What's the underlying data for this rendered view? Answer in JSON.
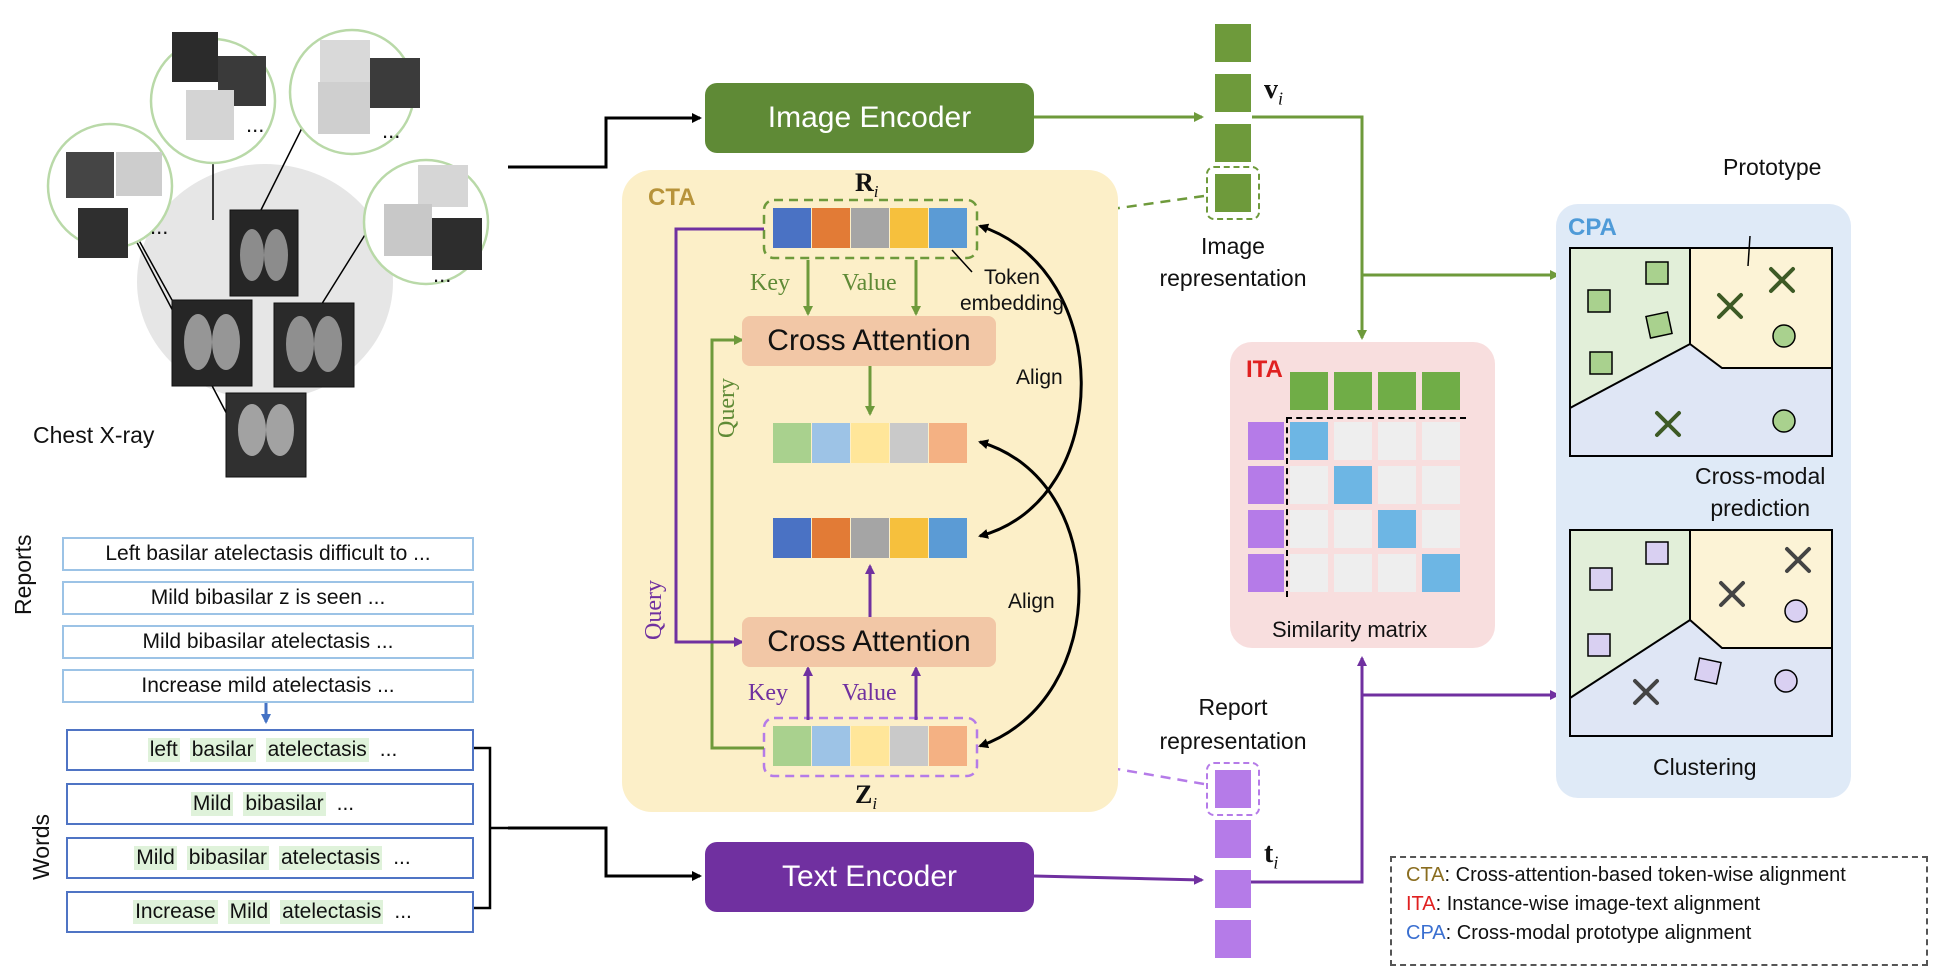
{
  "left": {
    "chest_label": "Chest X-ray",
    "ellipsis": "...",
    "reports_label": "Reports",
    "reports": [
      "Left basilar atelectasis difficult to ...",
      "Mild bibasilar z is seen ...",
      "Mild bibasilar atelectasis ...",
      "Increase mild atelectasis ..."
    ],
    "words_label": "Words",
    "word_rows": [
      {
        "words": [
          "left",
          "basilar",
          "atelectasis"
        ],
        "more": "..."
      },
      {
        "words": [
          "Mild",
          "bibasilar"
        ],
        "more": "..."
      },
      {
        "words": [
          "Mild",
          "bibasilar",
          "atelectasis"
        ],
        "more": "..."
      },
      {
        "words": [
          "Increase",
          "Mild",
          "atelectasis"
        ],
        "more": "..."
      }
    ]
  },
  "encoders": {
    "image": "Image Encoder",
    "text": "Text Encoder"
  },
  "cta": {
    "title": "CTA",
    "r_label": "R",
    "r_sub": "i",
    "z_label": "Z",
    "z_sub": "i",
    "key": "Key",
    "value": "Value",
    "query": "Query",
    "token_embedding_1": "Token",
    "token_embedding_2": "embedding",
    "cross_attention": "Cross Attention",
    "align": "Align"
  },
  "representations": {
    "image_1": "Image",
    "image_2": "representation",
    "report_1": "Report",
    "report_2": "representation",
    "v_label": "v",
    "v_sub": "i",
    "t_label": "t",
    "t_sub": "i"
  },
  "ita": {
    "title": "ITA",
    "caption": "Similarity matrix"
  },
  "cpa": {
    "title": "CPA",
    "prototype": "Prototype",
    "cross_modal_1": "Cross-modal",
    "cross_modal_2": "prediction",
    "clustering": "Clustering"
  },
  "legend": [
    {
      "abbr": "CTA",
      "text": ":  Cross-attention-based token-wise alignment",
      "color": "#8a6d1f"
    },
    {
      "abbr": "ITA",
      "text": ": Instance-wise image-text alignment",
      "color": "#e02020"
    },
    {
      "abbr": "CPA",
      "text": ": Cross-modal prototype alignment",
      "color": "#3a6fd0"
    }
  ],
  "colors": {
    "green": "#6e9a3b",
    "green_encoder": "#5f8a36",
    "purple": "#7030a0",
    "purple_light": "#b57be8",
    "cta_bg": "#fcefc8",
    "ita_bg": "#f8dede",
    "cpa_bg": "#dfeaf7",
    "token_strong": [
      "#4a72c4",
      "#e27b36",
      "#a5a5a5",
      "#f6c03d",
      "#5b9bd5"
    ],
    "token_soft": [
      "#a9d18e",
      "#9dc3e6",
      "#ffe699",
      "#c9c9c9",
      "#f4b183"
    ]
  }
}
